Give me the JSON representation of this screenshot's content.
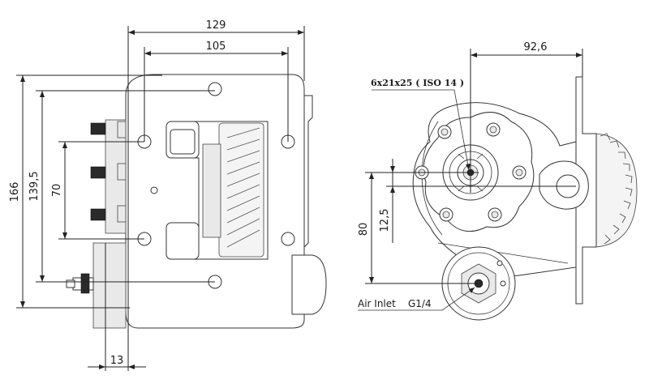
{
  "dimensions": {
    "width_129": "129",
    "width_105": "105",
    "height_166": "166",
    "height_139_5": "139,5",
    "height_70": "70",
    "offset_13": "13",
    "width_92_6": "92,6",
    "height_80": "80",
    "height_12_5": "12,5"
  },
  "notes": {
    "shaft_spec": "6x21x25 ( ISO 14 )",
    "air_inlet": "Air Inlet",
    "thread_spec": "G1/4"
  }
}
